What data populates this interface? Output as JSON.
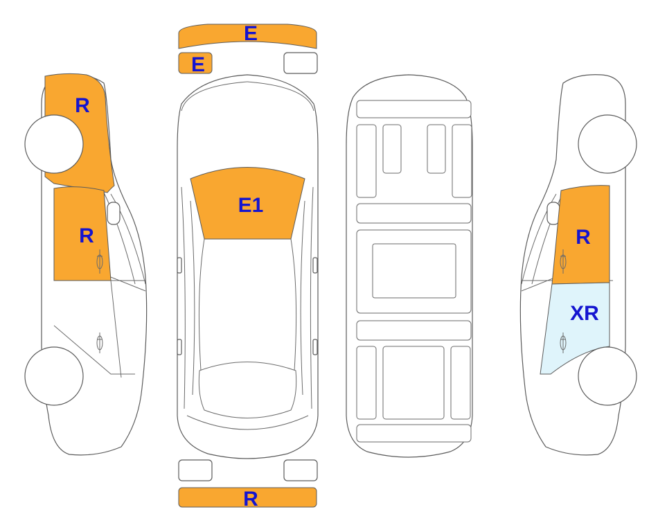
{
  "colors": {
    "orange": "#F9A730",
    "light_blue": "#DFF4FB",
    "label": "#1414D0",
    "white": "#FFFFFF"
  },
  "labels": {
    "bumper_front": "E",
    "headlight_left": "E",
    "windshield": "E1",
    "bumper_rear": "R",
    "left_rear_fender": "R",
    "left_rear_door": "R",
    "right_rear_door_window": "R",
    "right_rear_door": "XR"
  }
}
